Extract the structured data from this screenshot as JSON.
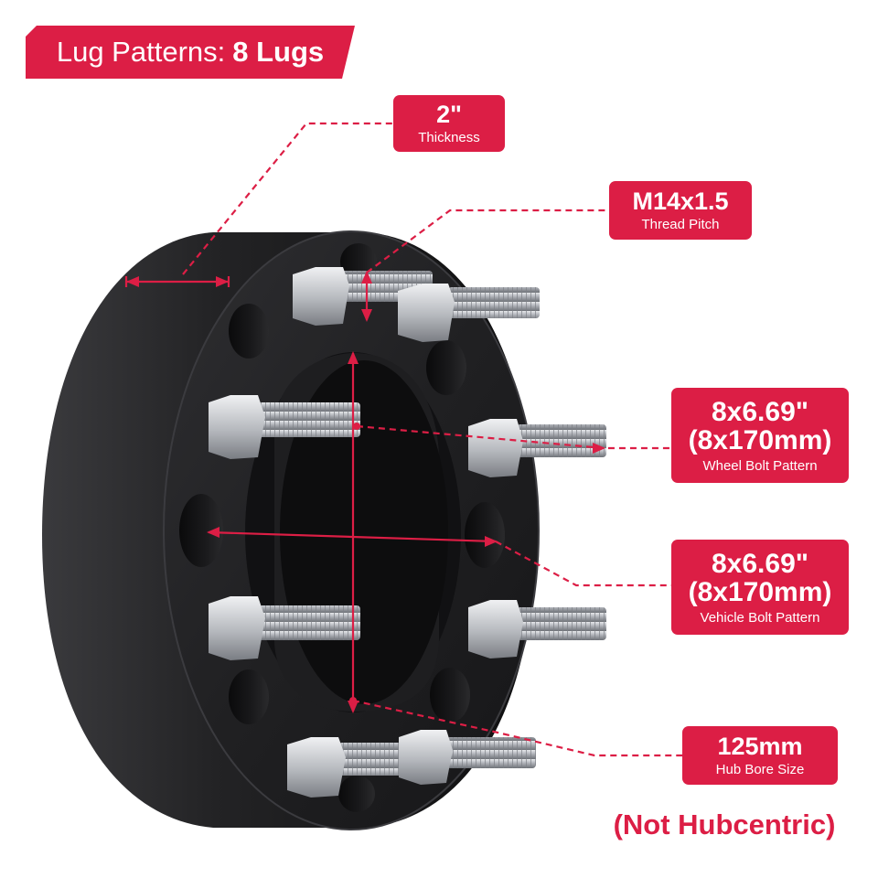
{
  "banner": {
    "prefix": "Lug Patterns:",
    "emphasis": "8 Lugs"
  },
  "specs": {
    "thickness": {
      "value": "2\"",
      "label": "Thickness"
    },
    "thread": {
      "value": "M14x1.5",
      "label": "Thread Pitch"
    },
    "wheel_pattern": {
      "value": "8x6.69\"",
      "value_metric": "(8x170mm)",
      "label": "Wheel Bolt Pattern"
    },
    "vehicle_pattern": {
      "value": "8x6.69\"",
      "value_metric": "(8x170mm)",
      "label": "Vehicle Bolt Pattern"
    },
    "hub_bore": {
      "value": "125mm",
      "label": "Hub Bore Size"
    }
  },
  "note": "(Not Hubcentric)",
  "colors": {
    "accent": "#dc1e45",
    "spacer": "#1f1f21",
    "stud": "#b9bcc1"
  },
  "icons": {
    "product": "wheel-spacer-image"
  }
}
